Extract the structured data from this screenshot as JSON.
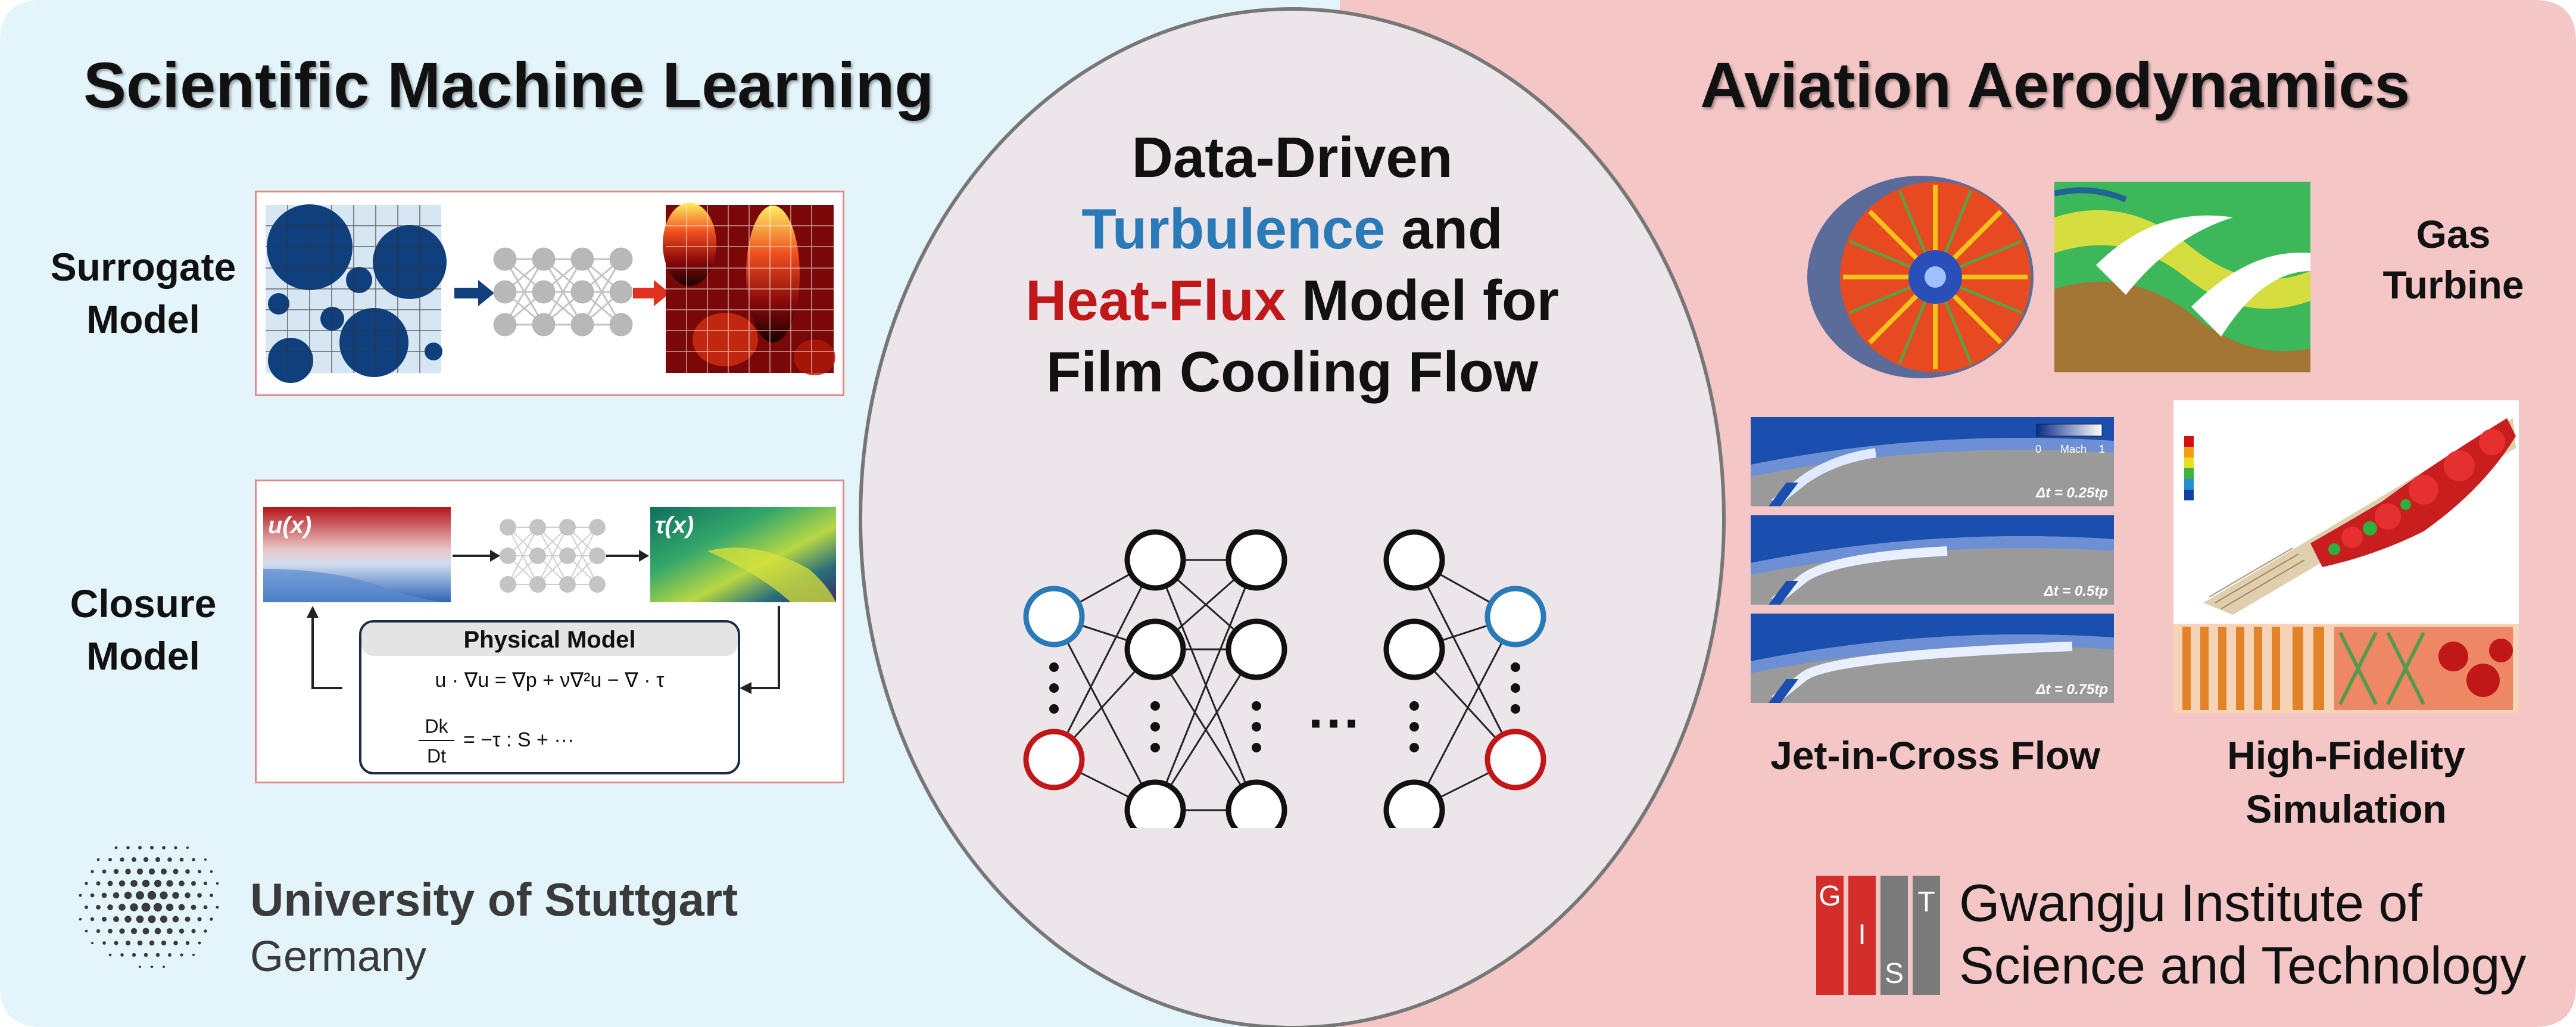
{
  "colors": {
    "left_panel": "#e3f4fa",
    "right_panel": "#f4c6c6",
    "center_ellipse": "#ece5ea",
    "blue_accent": "#2a7ab8",
    "red_accent": "#c01818",
    "navy": "#0f3f7c"
  },
  "left": {
    "title": "Scientific Machine Learning",
    "surrogate_label_line1": "Surrogate",
    "surrogate_label_line2": "Model",
    "closure_label_line1": "Closure",
    "closure_label_line2": "Model",
    "u_label": "u(x)",
    "tau_label": "τ(x)",
    "physical_model_title": "Physical Model",
    "equation1": "u · ∇u = ∇p + ν∇²u − ∇ · τ",
    "equation2_lhs": "Dk",
    "equation2_den": "Dt",
    "equation2_rhs": "= −τ : S + ···",
    "university_line1": "University of Stuttgart",
    "university_line2": "Germany"
  },
  "center": {
    "title_line1": "Data-Driven",
    "title_line2_blue": "Turbulence",
    "title_line2_rest": "and",
    "title_line3_red": "Heat-Flux",
    "title_line3_rest": "Model for",
    "title_line4": "Film Cooling Flow",
    "ellipsis": "···"
  },
  "right": {
    "title": "Aviation Aerodynamics",
    "gas_turbine_line1": "Gas",
    "gas_turbine_line2": "Turbine",
    "jic_label": "Jet-in-Cross Flow",
    "hifi_line1": "High-Fidelity",
    "hifi_line2": "Simulation",
    "mach_min": "0",
    "mach_label": "Mach",
    "mach_max": "1",
    "dt1": "Δt = 0.25tp",
    "dt2": "Δt = 0.5tp",
    "dt3": "Δt = 0.75tp",
    "gist_letters": [
      "G",
      "I",
      "S",
      "T"
    ],
    "gist_line1": "Gwangju Institute of",
    "gist_line2": "Science and Technology"
  }
}
